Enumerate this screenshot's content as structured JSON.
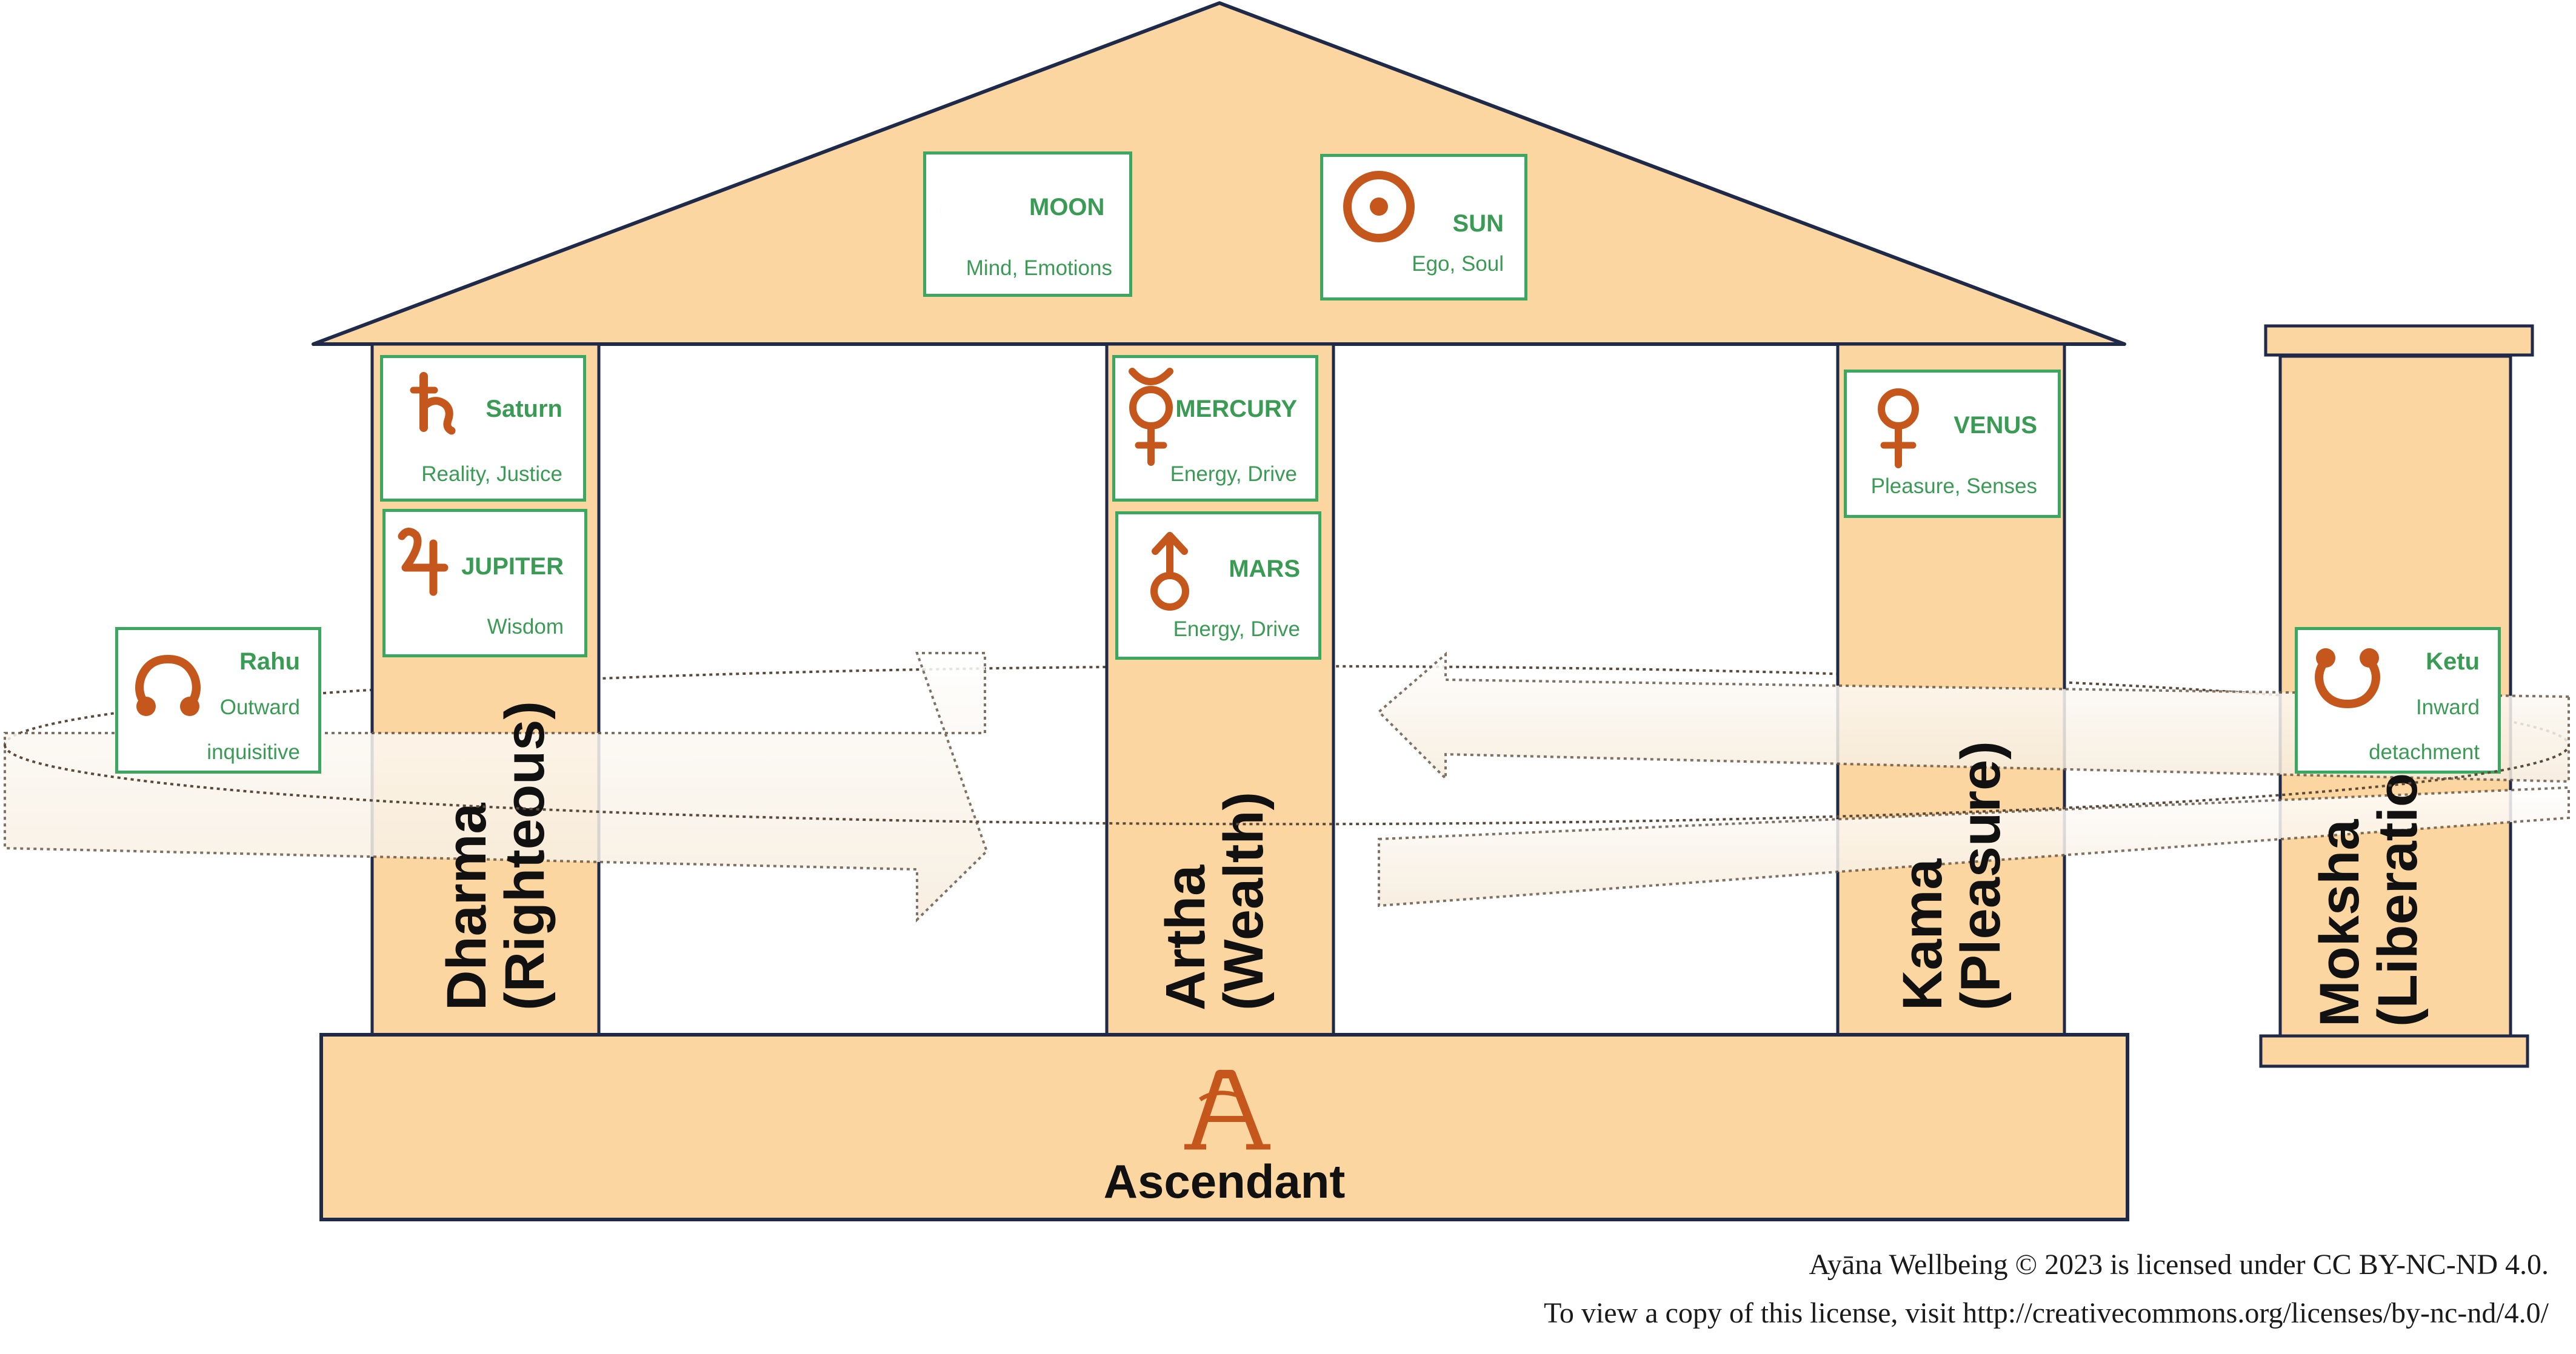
{
  "colors": {
    "structure_fill": "#fcd6a1",
    "outline": "#1f2a4a",
    "box_border": "#3aa860",
    "box_text": "#3a9b54",
    "glyph": "#c5571c"
  },
  "planets": {
    "moon": {
      "symbol_icon": "moon-icon",
      "name": "MOON",
      "desc": "Mind, Emotions"
    },
    "sun": {
      "symbol_icon": "sun-icon",
      "name": "SUN",
      "desc": "Ego, Soul"
    },
    "saturn": {
      "symbol_icon": "saturn-icon",
      "name": "Saturn",
      "desc": "Reality, Justice"
    },
    "jupiter": {
      "symbol_icon": "jupiter-icon",
      "name": "JUPITER",
      "desc": "Wisdom"
    },
    "mercury": {
      "symbol_icon": "mercury-icon",
      "name": "MERCURY",
      "desc": "Energy, Drive"
    },
    "mars": {
      "symbol_icon": "mars-icon",
      "name": "MARS",
      "desc": "Energy, Drive"
    },
    "venus": {
      "symbol_icon": "venus-icon",
      "name": "VENUS",
      "desc": "Pleasure, Senses"
    },
    "rahu": {
      "symbol_icon": "rahu-icon",
      "name": "Rahu",
      "desc_line1": "Outward",
      "desc_line2": "inquisitive"
    },
    "ketu": {
      "symbol_icon": "ketu-icon",
      "name": "Ketu",
      "desc_line1": "Inward",
      "desc_line2": "detachment"
    }
  },
  "pillars": {
    "dharma": {
      "line1": "Dharma",
      "line2": "(Righteous)"
    },
    "artha": {
      "line1": "Artha",
      "line2": "(Wealth)"
    },
    "kama": {
      "line1": "Kama",
      "line2": "(Pleasure)"
    },
    "moksha": {
      "line1": "Moksha",
      "line2": "(Liberation"
    }
  },
  "ascendant": {
    "label": "Ascendant",
    "symbol_icon": "ascendant-a-icon"
  },
  "license": {
    "line1": "Ayāna Wellbeing © 2023 is licensed under CC BY-NC-ND 4.0.",
    "line2": "To view a copy of this license, visit http://creativecommons.org/licenses/by-nc-nd/4.0/"
  }
}
